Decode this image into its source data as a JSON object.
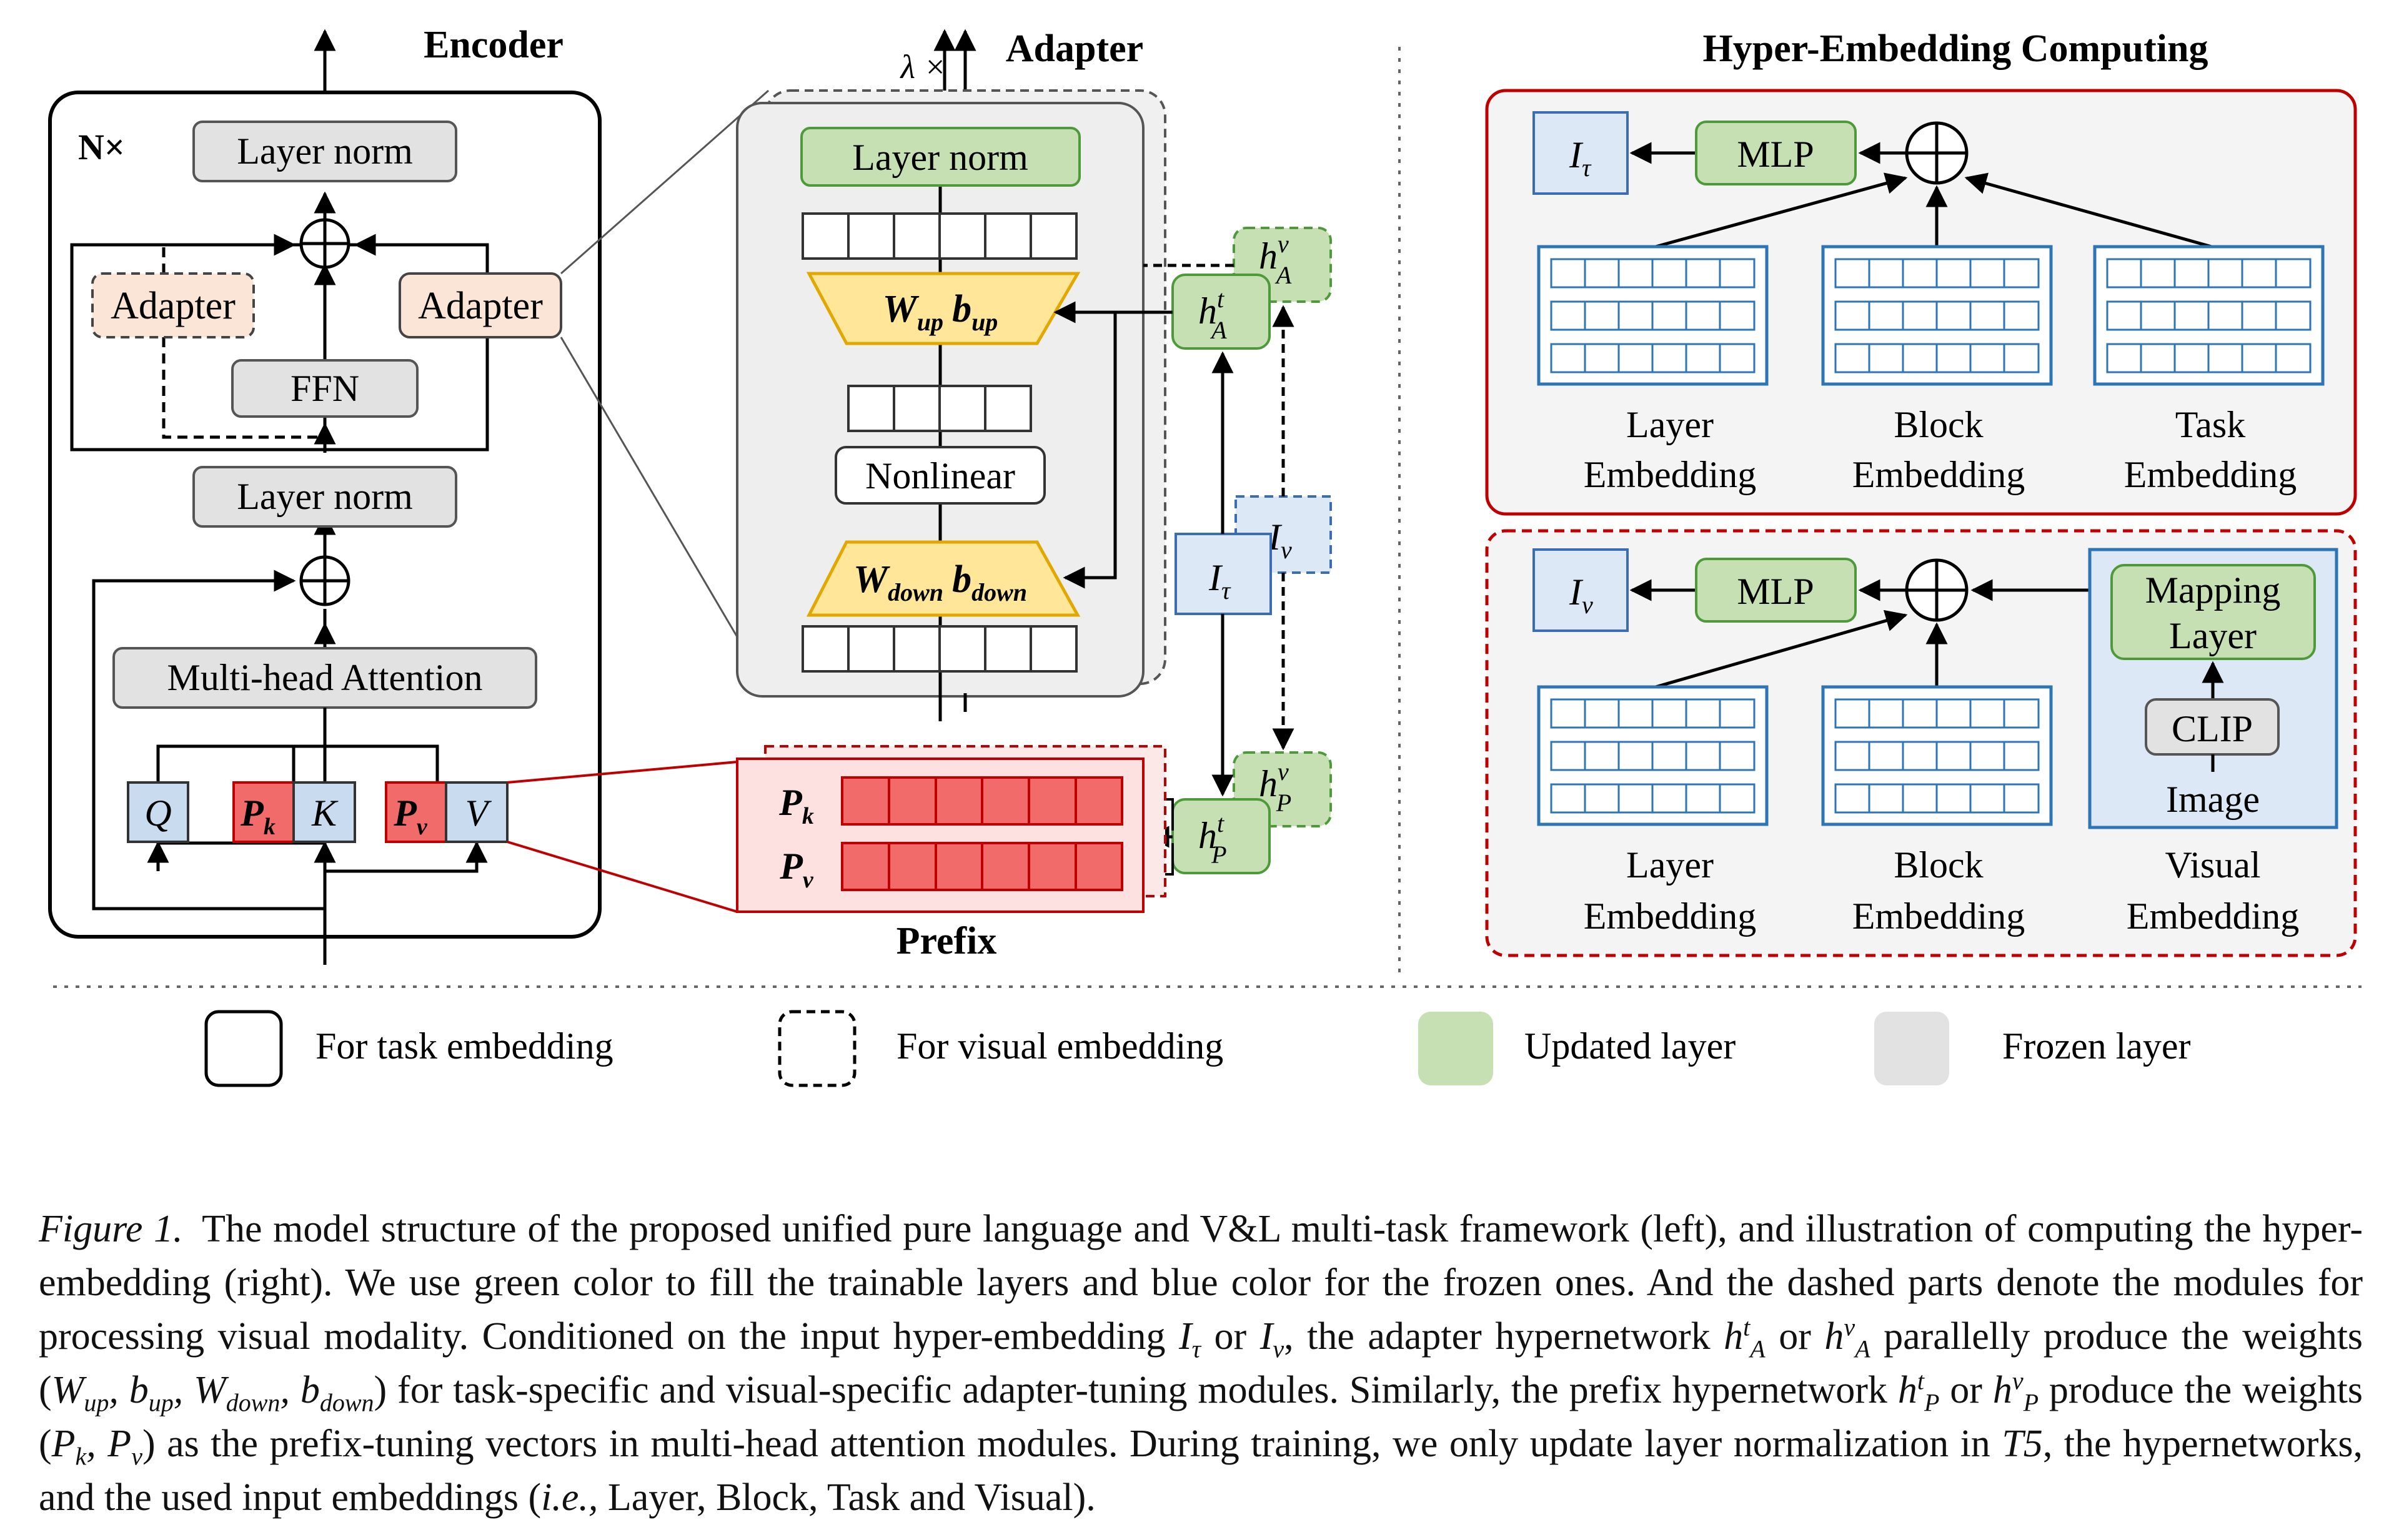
{
  "encoder": {
    "title": "Encoder",
    "repeat": "N×",
    "layer_norm_top": "Layer norm",
    "layer_norm_mid": "Layer norm",
    "adapter_dashed": "Adapter",
    "adapter_solid": "Adapter",
    "ffn": "FFN",
    "mha": "Multi-head Attention",
    "q": "Q",
    "k": "K",
    "v": "V",
    "pk": "P",
    "pk_sub": "k",
    "pv": "P",
    "pv_sub": "v"
  },
  "adapter": {
    "title": "Adapter",
    "repeat": "λ ×",
    "layer_norm": "Layer norm",
    "w_up": "W",
    "w_up_sub": "up",
    "b_up": "b",
    "b_up_sub": "up",
    "nonlinear": "Nonlinear",
    "w_down": "W",
    "w_down_sub": "down",
    "b_down": "b",
    "b_down_sub": "down"
  },
  "prefix": {
    "title": "Prefix",
    "pk": "P",
    "pk_sub": "k",
    "pv": "P",
    "pv_sub": "v"
  },
  "hypernets": {
    "h": "h",
    "hat_sup": "t",
    "hat_sub": "A",
    "hav_sup": "v",
    "hav_sub": "A",
    "hpt_sup": "t",
    "hpt_sub": "P",
    "hpv_sup": "v",
    "hpv_sub": "P",
    "i": "I",
    "i_tau_sub": "τ",
    "i_v_sub": "v"
  },
  "hyper": {
    "title": "Hyper-Embedding Computing",
    "task_panel": {
      "output": "I",
      "output_sub": "τ",
      "mlp": "MLP",
      "emb1_line1": "Layer",
      "emb1_line2": "Embedding",
      "emb2_line1": "Block",
      "emb2_line2": "Embedding",
      "emb3_line1": "Task",
      "emb3_line2": "Embedding"
    },
    "visual_panel": {
      "output": "I",
      "output_sub": "v",
      "mlp": "MLP",
      "mapping_line1": "Mapping",
      "mapping_line2": "Layer",
      "clip": "CLIP",
      "image": "Image",
      "emb1_line1": "Layer",
      "emb1_line2": "Embedding",
      "emb2_line1": "Block",
      "emb2_line2": "Embedding",
      "emb3_line1": "Visual",
      "emb3_line2": "Embedding"
    }
  },
  "legend": {
    "task": "For task embedding",
    "visual": "For visual embedding",
    "updated": "Updated layer",
    "frozen": "Frozen layer"
  },
  "colors": {
    "updated_fill": "#c6e0b4",
    "updated_stroke": "#4e9a3a",
    "frozen_fill": "#e2e2e2",
    "frozen_stroke": "#555555",
    "prefix_red": "#f26b6b",
    "prefix_stroke": "#c00000",
    "adapter_peach": "#fbe5d6",
    "adapter_stroke": "#d08a5a",
    "frozen_blue_fill": "#dce8f6",
    "frozen_blue_stroke": "#3a6db3",
    "yellow_fill": "#ffe699",
    "yellow_stroke": "#e0a800",
    "task_panel_border": "#c00000",
    "embedding_blue": "#2e75b6"
  },
  "caption": {
    "label": "Figure 1.",
    "s1": "The model structure of the proposed unified pure language and V&L multi-task framework (left), and illustration of computing the hyper-embedding (right). We use green color to fill the trainable layers and blue color for the frozen ones. And the dashed parts denote the modules for processing visual modality. Conditioned on the input hyper-embedding",
    "s2": "or",
    "s3": ", the adapter hypernetwork",
    "s4": "or",
    "s5": "parallelly produce the weights (",
    "s6": ") for task-specific and visual-specific adapter-tuning modules. Similarly, the prefix hypernetwork",
    "s7": "or",
    "s8": "produce the weights (",
    "s9": ") as the prefix-tuning vectors in multi-head attention modules. During training, we only update layer normalization in",
    "t5": "T5",
    "s10": ", the hypernetworks, and the used input embeddings (",
    "ie": "i.e.,",
    "s11": "Layer, Block, Task and Visual)."
  }
}
